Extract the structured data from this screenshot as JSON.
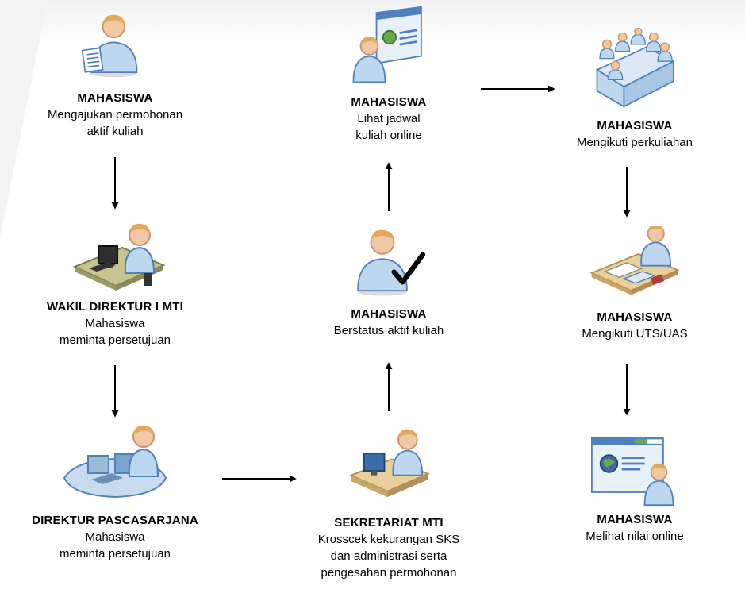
{
  "nodes": {
    "n1": {
      "actor": "MAHASISWA",
      "desc": "Mengajukan permohonan\naktif kuliah",
      "icon": "person-with-document-icon"
    },
    "n2": {
      "actor": "WAKIL DIREKTUR I MTI",
      "desc": "Mahasiswa\nmeminta persetujuan",
      "icon": "person-at-computer-desk-icon"
    },
    "n3": {
      "actor": "DIREKTUR PASCASARJANA",
      "desc": "Mahasiswa\nmeminta persetujuan",
      "icon": "person-at-workstation-icon"
    },
    "n4": {
      "actor": "SEKRETARIAT MTI",
      "desc": "Krosscek kekurangan SKS\ndan administrasi serta\npengesahan permohonan",
      "icon": "person-at-office-desk-icon"
    },
    "n5": {
      "actor": "MAHASISWA",
      "desc": "Berstatus aktif kuliah",
      "icon": "person-with-checkmark-icon"
    },
    "n6": {
      "actor": "MAHASISWA",
      "desc": "Lihat jadwal\nkuliah online",
      "icon": "person-presentation-screen-icon"
    },
    "n7": {
      "actor": "MAHASISWA",
      "desc": "Mengikuti perkuliahan",
      "icon": "group-at-conference-table-icon"
    },
    "n8": {
      "actor": "MAHASISWA",
      "desc": "Mengikuti UTS/UAS",
      "icon": "person-writing-at-desk-icon"
    },
    "n9": {
      "actor": "MAHASISWA",
      "desc": "Melihat nilai online",
      "icon": "person-web-browser-icon"
    }
  },
  "colors": {
    "person_fill": "#bcd7ee",
    "person_stroke": "#4f81bd",
    "skin": "#f2c7a3",
    "desk": "#e9cf9c",
    "screen": "#3b6ea8",
    "arrow": "#000000"
  }
}
